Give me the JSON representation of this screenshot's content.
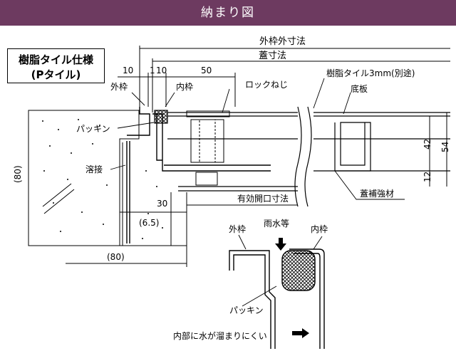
{
  "header": {
    "title": "納まり図",
    "bg_color": "#6d3a60"
  },
  "spec": {
    "line1": "樹脂タイル仕様",
    "line2": "(Pタイル)"
  },
  "labels": {
    "outer_frame_outer_dim": "外枠外寸法",
    "lid_dim": "蓋寸法",
    "outer_frame": "外枠",
    "inner_frame": "内枠",
    "lock_screw": "ロックねじ",
    "resin_tile": "樹脂タイル3mm(別途)",
    "bottom_plate": "底板",
    "packing": "パッキン",
    "welding": "溶接",
    "lid_reinforcement": "蓋補強材",
    "effective_opening": "有効開口寸法",
    "rainwater": "雨水等",
    "detail_outer_frame": "外枠",
    "detail_inner_frame": "内枠",
    "detail_packing": "パッキン",
    "water_note": "内部に水が溜まりにくい"
  },
  "dims": {
    "d10a": "10",
    "d1": "1",
    "d10b": "10",
    "d50": "50",
    "d80v": "(80)",
    "d6_5": "(6.5)",
    "d30": "30",
    "d80h": "(80)",
    "d42": "42",
    "d54": "54",
    "d12": "12"
  }
}
